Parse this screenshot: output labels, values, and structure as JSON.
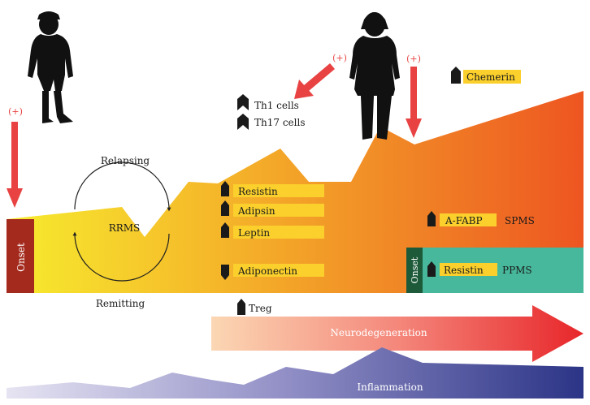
{
  "onset_labels": {
    "left": "Onset",
    "right": "Onset"
  },
  "plus_signs": {
    "left": "(+)",
    "middle": "(+)",
    "right": "(+)"
  },
  "cycle": {
    "top": "Relapsing",
    "center": "RRMS",
    "bottom": "Remitting"
  },
  "tcells": {
    "th1": "Th1 cells",
    "th17": "Th17 cells"
  },
  "chemerin": "Chemerin",
  "adipokines": {
    "resistin": "Resistin",
    "adipsin": "Adipsin",
    "leptin": "Leptin",
    "adiponectin": "Adiponectin",
    "treg": "Treg"
  },
  "spms": {
    "marker": "A-FABP",
    "label": "SPMS"
  },
  "ppms": {
    "marker": "Resistin",
    "label": "PPMS"
  },
  "arrows": {
    "neurodegeneration": "Neurodegeneration",
    "inflammation": "Inflammation"
  },
  "colors": {
    "yellow": "#f5e12a",
    "orange": "#f3a021",
    "red_orange": "#ee5b21",
    "label_box": "#fbd02c",
    "onset_left": "#a52a1e",
    "onset_right": "#1d5a3a",
    "ppms_fill": "#47b89b",
    "arrow_red": "#e84242",
    "inflammation_dark": "#2e3585"
  }
}
